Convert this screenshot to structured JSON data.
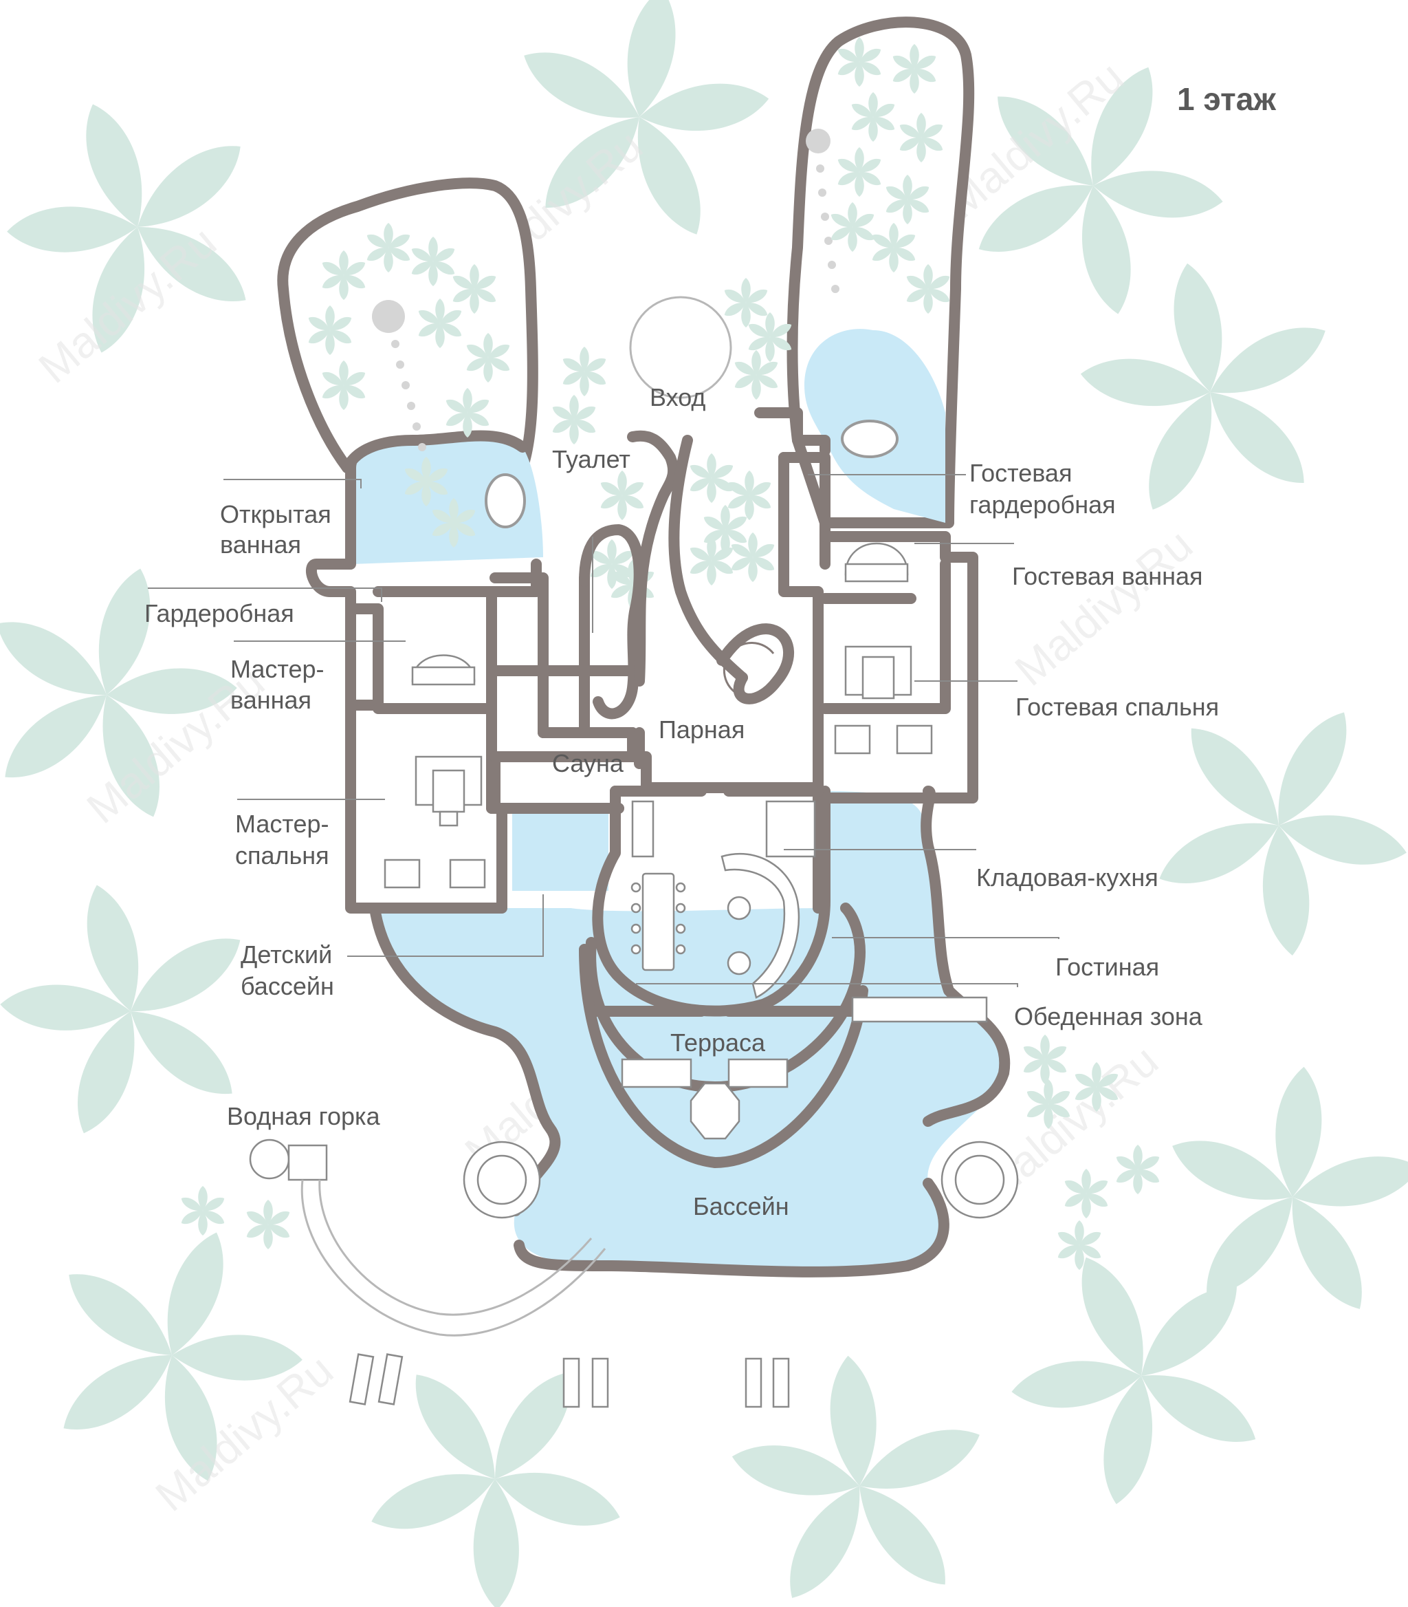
{
  "floor_title": "1 этаж",
  "watermark": "Maldivy.Ru",
  "labels": {
    "entrance": "Вход",
    "toilet": "Туалет",
    "open_bath_1": "Открытая",
    "open_bath_2": "ванная",
    "wardrobe": "Гардеробная",
    "master_bath_1": "Мастер-",
    "master_bath_2": "ванная",
    "master_bed_1": "Мастер-",
    "master_bed_2": "спальня",
    "kids_pool_1": "Детский",
    "kids_pool_2": "бассейн",
    "water_slide": "Водная горка",
    "steam_room": "Парная",
    "sauna": "Сауна",
    "guest_wardrobe_1": "Гостевая",
    "guest_wardrobe_2": "гардеробная",
    "guest_bath": "Гостевая ванная",
    "guest_bedroom": "Гостевая спальня",
    "pantry_kitchen": "Кладовая-кухня",
    "living_room": "Гостиная",
    "dining_area": "Обеденная зона",
    "terrace": "Терраса",
    "pool": "Бассейн"
  },
  "colors": {
    "wall": "#857b78",
    "water": "#c9e9f7",
    "leaf": "#d4e8e1",
    "text": "#595959"
  }
}
